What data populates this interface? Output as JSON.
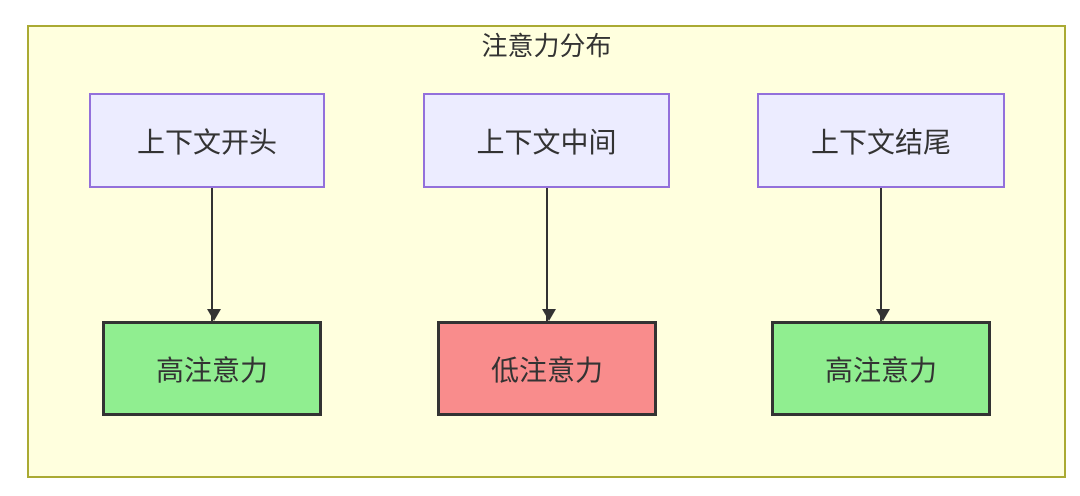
{
  "diagram": {
    "title": "注意力分布",
    "columns": [
      {
        "source": "上下文开头",
        "target": "高注意力",
        "attention": "high"
      },
      {
        "source": "上下文中间",
        "target": "低注意力",
        "attention": "low"
      },
      {
        "source": "上下文结尾",
        "target": "高注意力",
        "attention": "high"
      }
    ],
    "colors": {
      "container_bg": "#ffffde",
      "container_border": "#aaaa33",
      "source_node_fill": "#ececff",
      "source_node_border": "#9370db",
      "high_attention_fill": "#90ee90",
      "low_attention_fill": "#f98c8c",
      "result_node_border": "#333333",
      "arrow": "#333333",
      "text": "#333333"
    }
  }
}
